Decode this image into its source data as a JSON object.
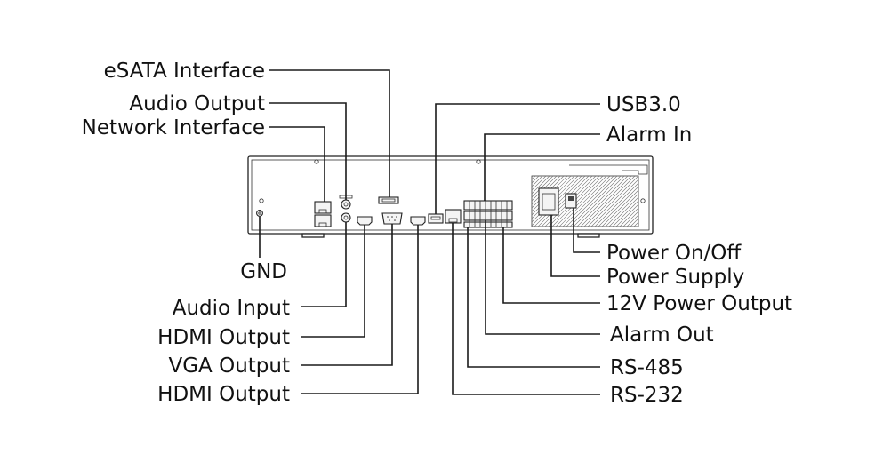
{
  "labels": {
    "esata": "eSATA Interface",
    "audio_output": "Audio Output",
    "network_interface": "Network Interface",
    "gnd": "GND",
    "audio_input": "Audio Input",
    "hdmi_output_1": "HDMI Output",
    "vga_output": "VGA Output",
    "hdmi_output_2": "HDMI Output",
    "usb3": "USB3.0",
    "alarm_in": "Alarm In",
    "power_on_off": "Power On/Off",
    "power_supply": "Power Supply",
    "power_12v": "12V Power Output",
    "alarm_out": "Alarm Out",
    "rs485": "RS-485",
    "rs232": "RS-232"
  },
  "colors": {
    "line": "#1a1a1a",
    "text": "#111111",
    "background": "#ffffff"
  }
}
